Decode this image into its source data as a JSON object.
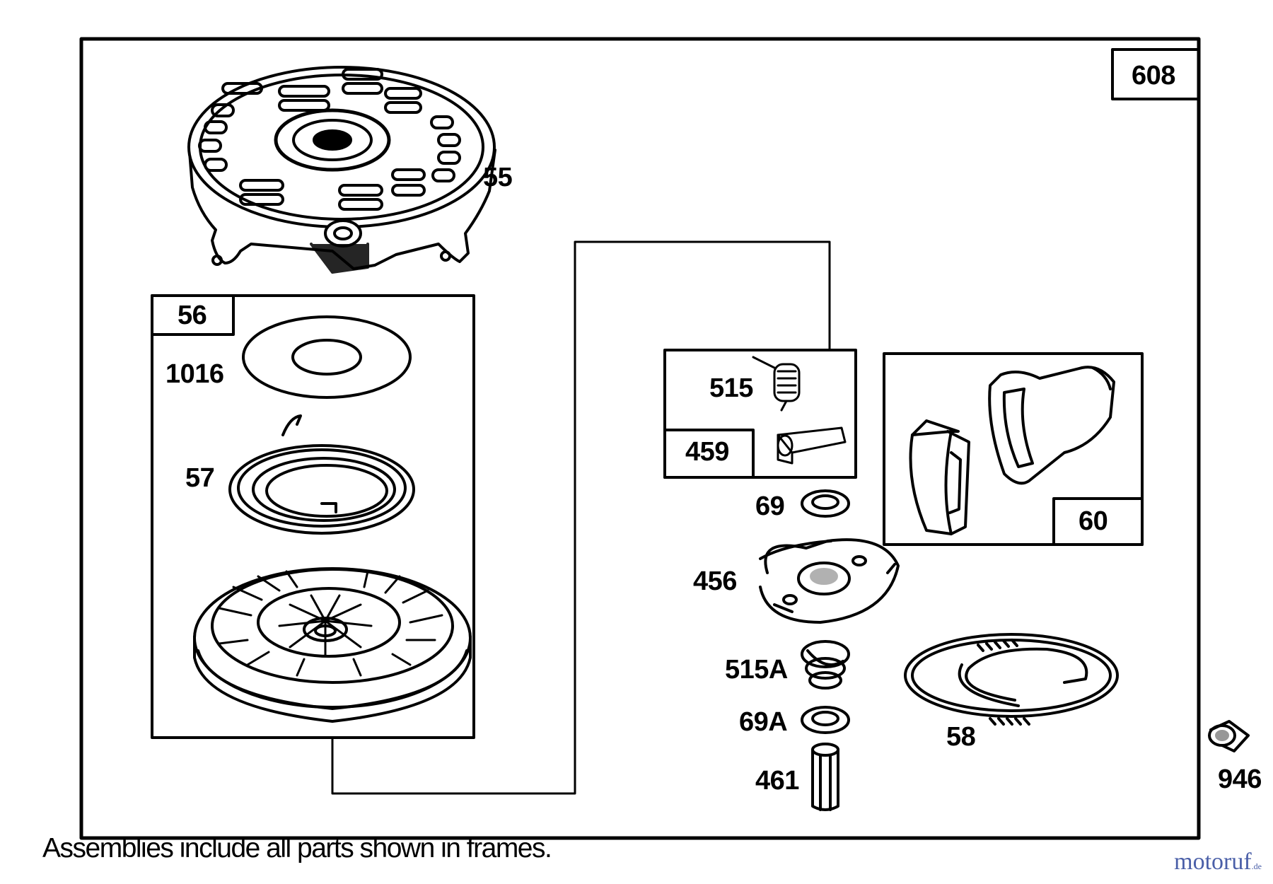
{
  "callouts": {
    "c608": "608",
    "c55": "55",
    "c56": "56",
    "c1016": "1016",
    "c57": "57",
    "c515": "515",
    "c459": "459",
    "c60": "60",
    "c69": "69",
    "c456": "456",
    "c515A": "515A",
    "c69A": "69A",
    "c58": "58",
    "c461": "461",
    "c946": "946"
  },
  "footnote": "Assemblies include all parts shown in frames.",
  "watermark": {
    "main": "motoruf",
    "suffix": ".de",
    "color": "#4a5fa8",
    "accent": "#d9272e"
  }
}
